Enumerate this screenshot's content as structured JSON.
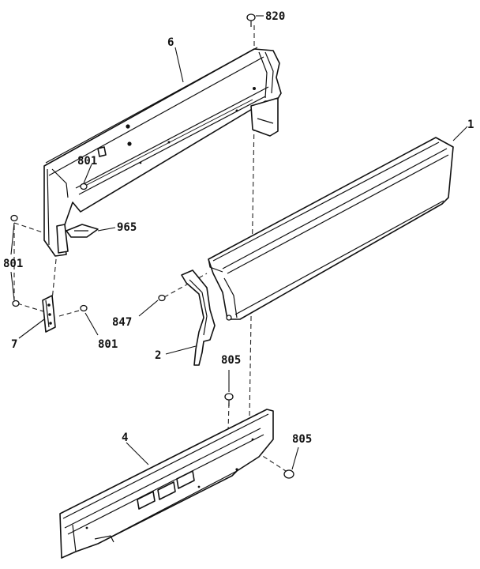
{
  "callouts": {
    "p820": "820",
    "p6": "6",
    "p1": "1",
    "p801_top": "801",
    "p965": "965",
    "p801_left": "801",
    "p847": "847",
    "p7": "7",
    "p801_bottom": "801",
    "p2": "2",
    "p805_top": "805",
    "p4": "4",
    "p805_right": "805"
  }
}
